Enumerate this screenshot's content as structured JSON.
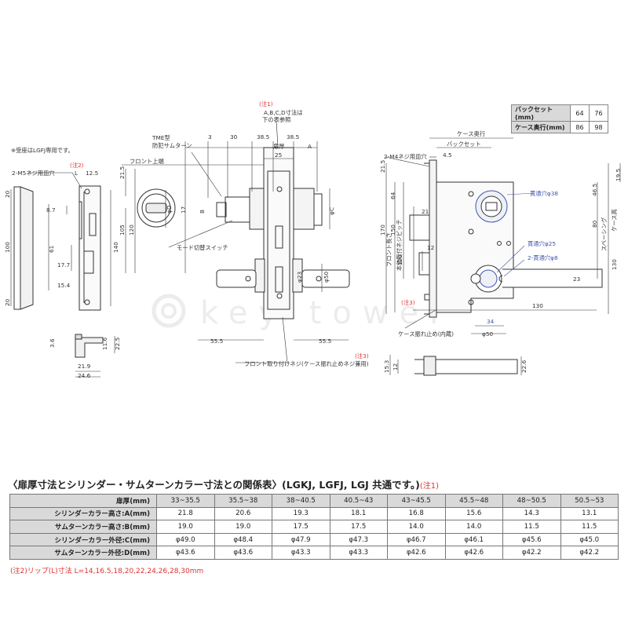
{
  "watermark": "key tower",
  "backset_table": {
    "rows": [
      {
        "label": "バックセット(mm)",
        "values": [
          "64",
          "76"
        ]
      },
      {
        "label": "ケース奥行(mm)",
        "values": [
          "86",
          "98"
        ]
      }
    ]
  },
  "drawing": {
    "note1": "(注1)",
    "note1_text_1": "A,B,C,D寸法は",
    "note1_text_2": "下の表参照",
    "tme_1": "TME型",
    "tme_2": "防犯サムターン",
    "receiver_note": "※受座はLGFJ専用です。",
    "m5_screw": "2-M5ネジ用皿穴",
    "note2_tag": "(注2)",
    "front_top": "フロント上端",
    "mode_switch": "モード切替スイッチ",
    "front_screw": "フロント取り付けネジ(ケース振れ止めネジ兼用)",
    "note3": "(注3)",
    "case_depth": "ケース奥行",
    "backset": "バックセット",
    "m4_screw": "2-M4ネジ用皿穴",
    "through_38": "貫通穴φ38",
    "through_25": "貫通穴φ25",
    "through_8": "2-貫通穴φ8",
    "spacing": "スペーシング",
    "case_height": "ケース高",
    "front_length": "フロント長さ",
    "screw_pitch": "本体取付ネジピッチ",
    "case_anchor": "ケース振れ止め(内蔵)",
    "door_thickness": "扉厚",
    "dims": {
      "d3": "3",
      "d30": "30",
      "d385a": "38.5",
      "d385b": "38.5",
      "dA": "A",
      "d25": "25",
      "dL": "L",
      "d125": "12.5",
      "d215": "21.5",
      "d105": "105",
      "d120": "120",
      "d140": "140",
      "d20a": "20",
      "d20b": "20",
      "d100": "100",
      "d61": "61",
      "d87": "8.7",
      "d177": "17.7",
      "d154": "15.4",
      "d36": "3.6",
      "d116": "11.6",
      "d225": "22.5",
      "d219": "21.9",
      "d246": "24.6",
      "d555a": "55.5",
      "d555b": "55.5",
      "dphiD": "φD",
      "dphiC": "φC",
      "dphi23": "φ23",
      "dphi50": "φ50",
      "dB": "B",
      "d17": "17",
      "d45": "4.5",
      "d64": "64",
      "d150": "150",
      "d170": "170",
      "d21": "21",
      "d12": "12",
      "d465": "46.5",
      "d80": "80",
      "d130v": "130",
      "d195": "19.5",
      "d23": "23",
      "d130h": "130",
      "d34": "34",
      "dphi50b": "φ50",
      "d153": "15.3",
      "d226": "22.6"
    }
  },
  "relation_table": {
    "title": "〈扉厚寸法とシリンダー・サムターンカラー寸法との関係表〉(LGKJ, LGFJ, LGJ 共通です。)",
    "title_note": "(注1)",
    "header_label": "扉厚(mm)",
    "columns": [
      "33~35.5",
      "35.5~38",
      "38~40.5",
      "40.5~43",
      "43~45.5",
      "45.5~48",
      "48~50.5",
      "50.5~53"
    ],
    "rows": [
      {
        "label": "シリンダーカラー高さ:A(mm)",
        "values": [
          "21.8",
          "20.6",
          "19.3",
          "18.1",
          "16.8",
          "15.6",
          "14.3",
          "13.1"
        ]
      },
      {
        "label": "サムターンカラー高さ:B(mm)",
        "values": [
          "19.0",
          "19.0",
          "17.5",
          "17.5",
          "14.0",
          "14.0",
          "11.5",
          "11.5"
        ]
      },
      {
        "label": "シリンダーカラー外径:C(mm)",
        "values": [
          "φ49.0",
          "φ48.4",
          "φ47.9",
          "φ47.3",
          "φ46.7",
          "φ46.1",
          "φ45.6",
          "φ45.0"
        ]
      },
      {
        "label": "サムターンカラー外径:D(mm)",
        "values": [
          "φ43.6",
          "φ43.6",
          "φ43.3",
          "φ43.3",
          "φ42.6",
          "φ42.6",
          "φ42.2",
          "φ42.2"
        ]
      }
    ]
  },
  "bottom_note": "(注2)リップ(L)寸法 L=14,16.5,18,20,22,24,26,28,30mm"
}
